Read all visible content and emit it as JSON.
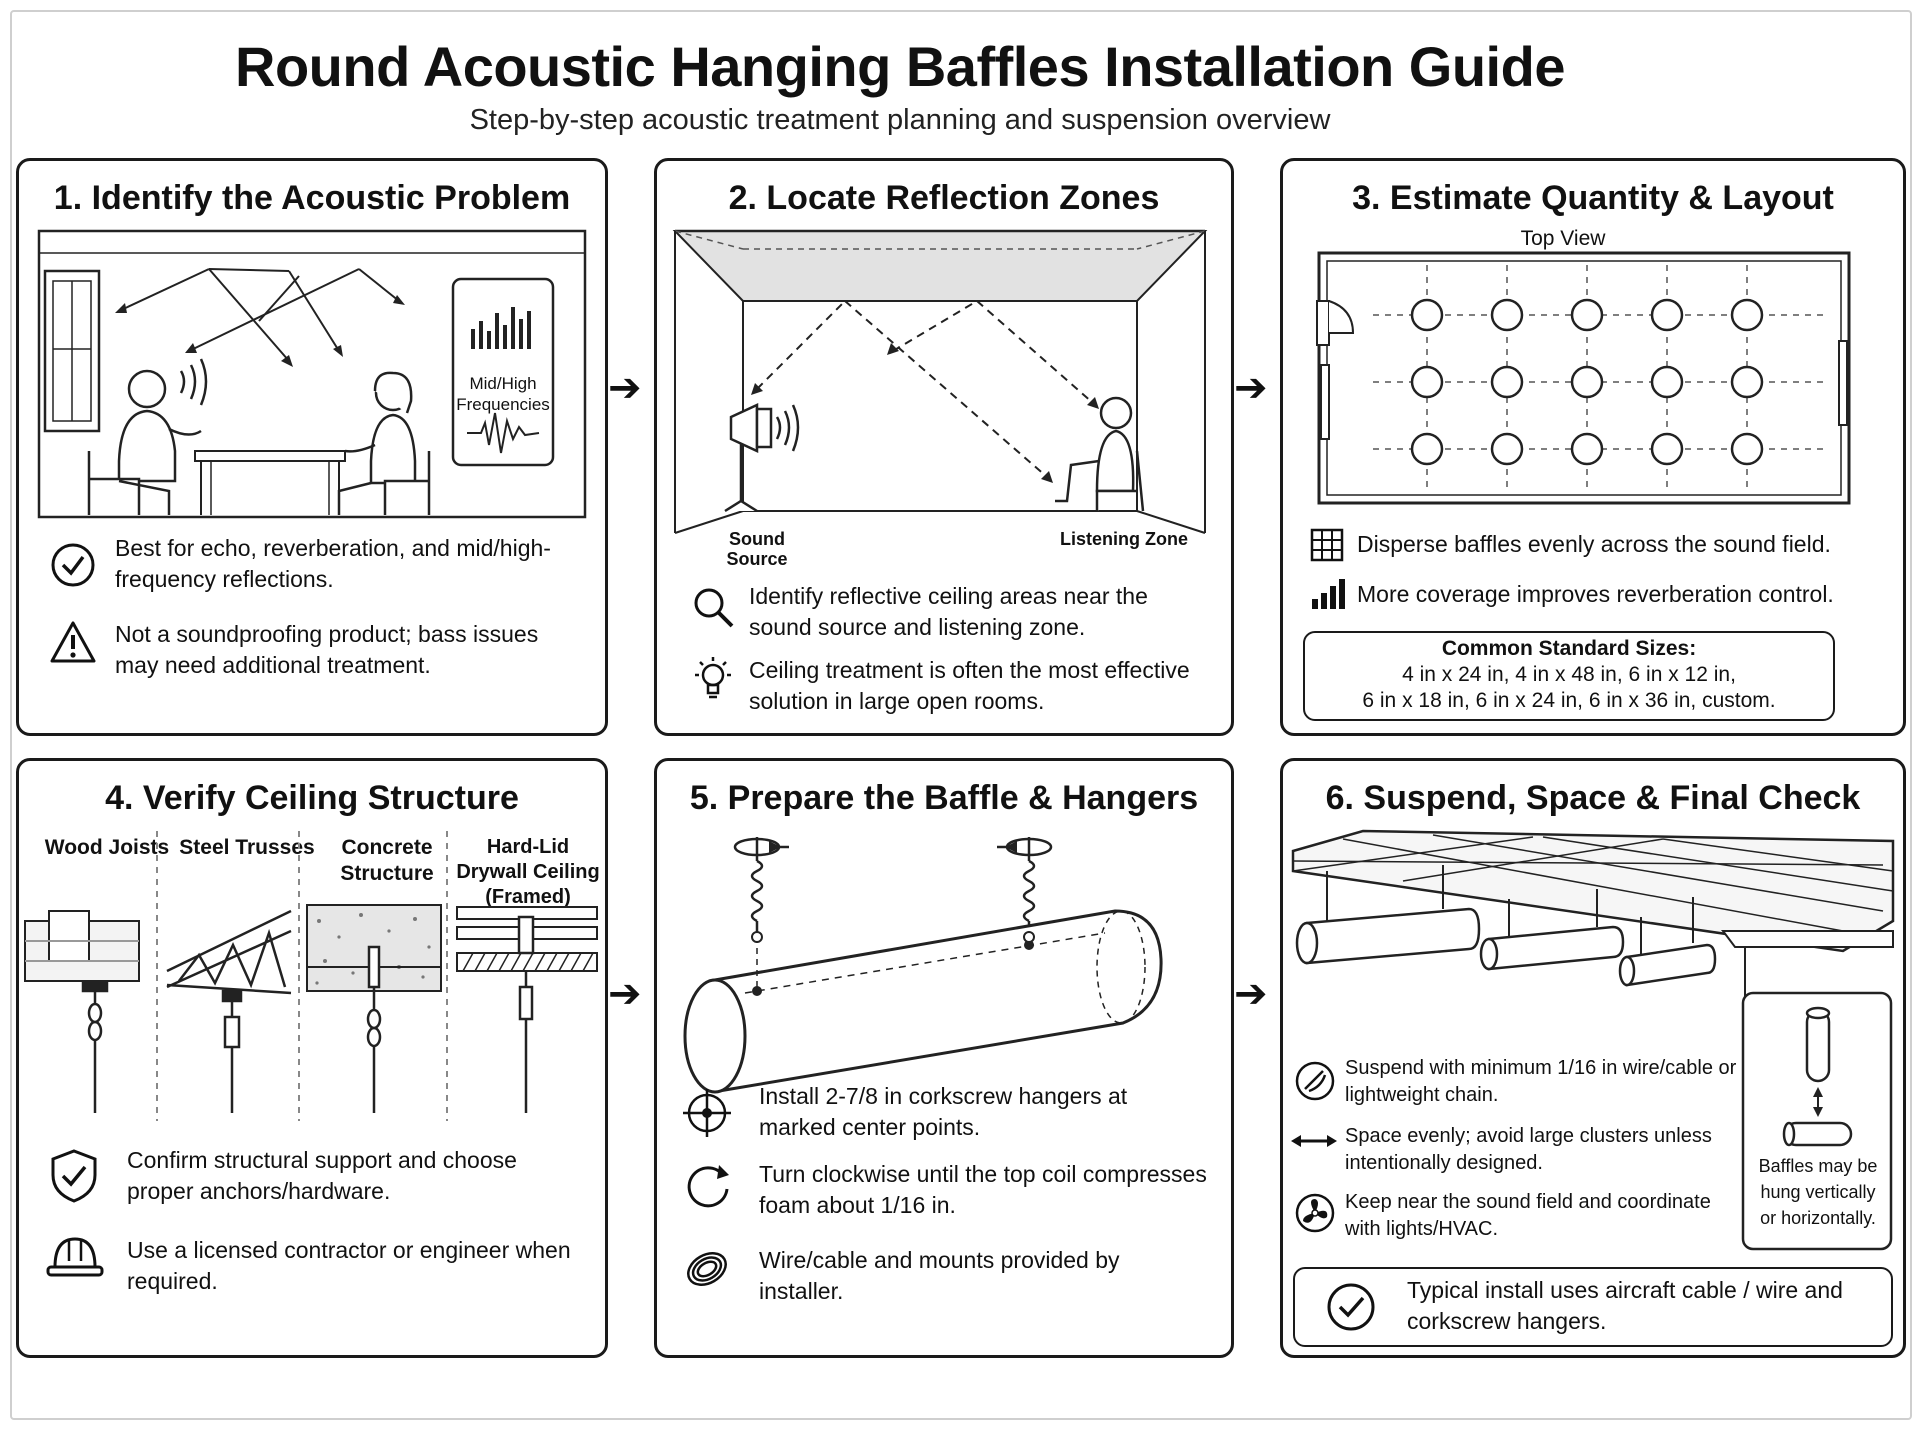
{
  "title": "Round Acoustic Hanging Baffles Installation Guide",
  "subtitle": "Step-by-step acoustic treatment planning and suspension overview",
  "steps": [
    {
      "title": "1. Identify the Acoustic Problem",
      "freq_label": "Mid/High Frequencies",
      "notes": [
        {
          "icon": "check-circle-icon",
          "text": "Best for echo, reverberation, and mid/high-frequency reflections."
        },
        {
          "icon": "warning-icon",
          "text": "Not a soundproofing product; bass issues may need additional treatment."
        }
      ]
    },
    {
      "title": "2. Locate Reflection Zones",
      "source_label": "Sound Source",
      "zone_label": "Listening Zone",
      "notes": [
        {
          "icon": "magnifier-icon",
          "text": "Identify reflective ceiling areas near the sound source and listening zone."
        },
        {
          "icon": "lightbulb-icon",
          "text": "Ceiling treatment is often the most effective solution in large open rooms."
        }
      ]
    },
    {
      "title": "3. Estimate Quantity & Layout",
      "view_label": "Top View",
      "grid": {
        "rows": 3,
        "cols": 5
      },
      "notes": [
        {
          "icon": "grid-icon",
          "text": "Disperse baffles evenly across the sound field."
        },
        {
          "icon": "bars-icon",
          "text": "More coverage improves reverberation control."
        }
      ],
      "sizes_title": "Common Standard Sizes:",
      "sizes_line1": "4 in x 24 in,  4 in x 48 in, 6 in x 12 in,",
      "sizes_line2": "6 in x 18 in, 6 in x 24 in, 6 in x 36 in, custom."
    },
    {
      "title": "4. Verify Ceiling Structure",
      "structures": [
        "Wood Joists",
        "Steel Trusses",
        "Concrete Structure",
        "Hard-Lid Drywall Ceiling (Framed)"
      ],
      "notes": [
        {
          "icon": "shield-check-icon",
          "text": "Confirm  structural support and choose proper anchors/hardware."
        },
        {
          "icon": "hard-hat-icon",
          "text": "Use a licensed contractor or engineer when required."
        }
      ]
    },
    {
      "title": "5. Prepare the Baffle & Hangers",
      "notes": [
        {
          "icon": "crosshair-icon",
          "text": "Install 2-7/8 in corkscrew hangers at marked center points."
        },
        {
          "icon": "rotate-icon",
          "text": "Turn clockwise until the top coil compresses foam about 1/16 in."
        },
        {
          "icon": "cable-coil-icon",
          "text": "Wire/cable and mounts provided by installer."
        }
      ]
    },
    {
      "title": "6. Suspend, Space & Final Check",
      "notes": [
        {
          "icon": "cable-icon",
          "text": "Suspend with minimum 1/16 in wire/cable or lightweight chain."
        },
        {
          "icon": "double-arrow-icon",
          "text": "Space evenly; avoid large clusters unless intentionally designed."
        },
        {
          "icon": "fan-icon",
          "text": "Keep near the sound field and coordinate with lights/HVAC."
        }
      ],
      "orientation_note": "Baffles may be hung vertically or horizontally.",
      "final_check": "Typical install uses aircraft cable / wire and corkscrew hangers."
    }
  ]
}
